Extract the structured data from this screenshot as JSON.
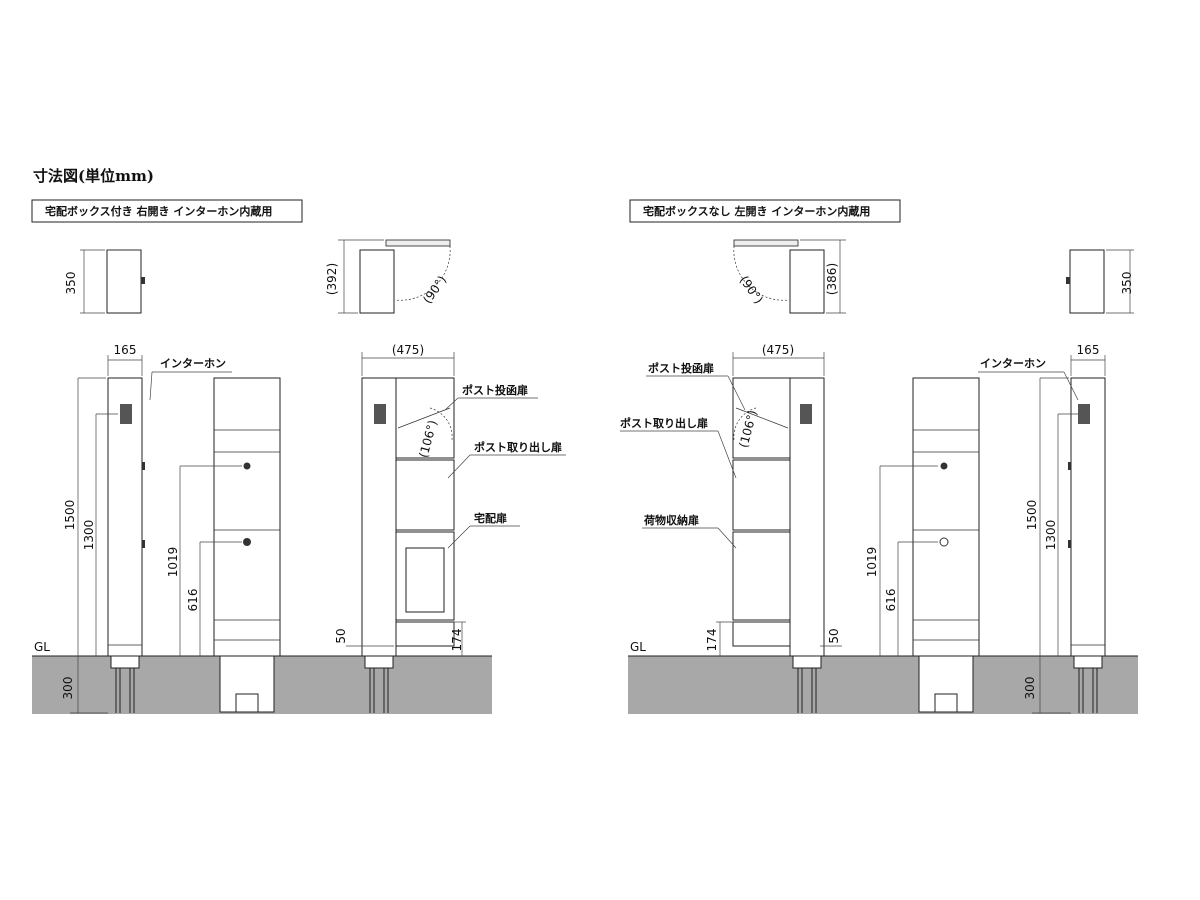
{
  "title": "寸法図(単位mm)",
  "left": {
    "caption": "宅配ボックス付き 右開き インターホン内蔵用",
    "top_view_depth": "350",
    "top_view_open_depth": "(392)",
    "open_angle": "(90°)",
    "width": "165",
    "side_depth": "(475)",
    "intercom": "インターホン",
    "post_insert_door": "ポスト投函扉",
    "post_insert_angle": "(106°)",
    "post_remove_door": "ポスト取り出し扉",
    "delivery_door": "宅配扉",
    "h1500": "1500",
    "h1300": "1300",
    "h1019": "1019",
    "h616": "616",
    "h50": "50",
    "h174": "174",
    "h300": "300",
    "gl": "GL"
  },
  "right": {
    "caption": "宅配ボックスなし 左開き インターホン内蔵用",
    "top_view_depth": "350",
    "top_view_open_depth": "(386)",
    "open_angle": "(90°)",
    "width": "165",
    "side_depth": "(475)",
    "intercom": "インターホン",
    "post_insert_door": "ポスト投函扉",
    "post_insert_angle": "(106°)",
    "post_remove_door": "ポスト取り出し扉",
    "parcel_door": "荷物収納扉",
    "h1500": "1500",
    "h1300": "1300",
    "h1019": "1019",
    "h616": "616",
    "h50": "50",
    "h174": "174",
    "h300": "300",
    "gl": "GL"
  }
}
